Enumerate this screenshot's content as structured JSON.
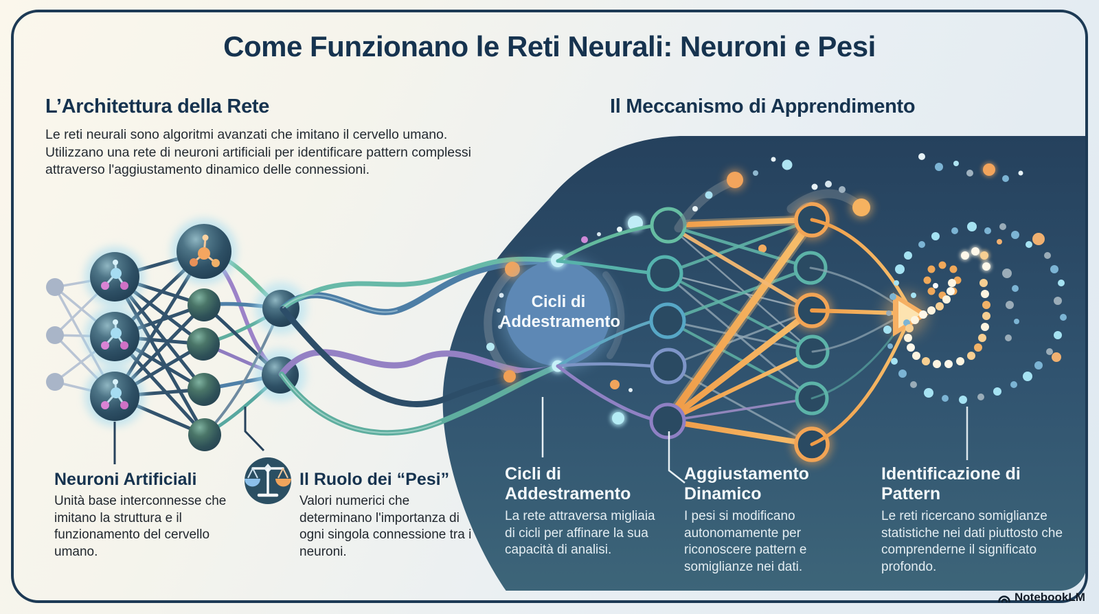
{
  "title": "Come Funzionano le Reti Neurali: Neuroni e Pesi",
  "sections": {
    "architecture": {
      "heading": "L’Architettura della Rete",
      "description": "Le reti neurali sono algoritmi avanzati che imitano il cervello umano. Utilizzano una rete di neuroni artificiali per identificare pattern complessi attraverso l'aggiustamento dinamico delle connessioni."
    },
    "learning": {
      "heading": "Il Meccanismo di Apprendimento"
    }
  },
  "center_circle": {
    "line1": "Cicli di",
    "line2": "Addestramento"
  },
  "annotations": [
    {
      "title": "Neuroni Artificiali",
      "body": "Unità base interconnesse che imitano la struttura e il funzionamento del cervello umano."
    },
    {
      "title": "Il Ruolo dei “Pesi”",
      "body": "Valori numerici che determinano l'importanza di ogni singola connessione tra i neuroni."
    },
    {
      "title": "Cicli di Addestramento",
      "body": "La rete attraversa migliaia di cicli per affinare la sua capacità di analisi."
    },
    {
      "title": "Aggiustamento Dinamico",
      "body": "I pesi si modificano autonomamente per riconoscere pattern e somiglianze nei dati."
    },
    {
      "title": "Identificazione di Pattern",
      "body": "Le reti ricercano somiglianze statistiche nei dati piuttosto che comprenderne il significato profondo."
    }
  ],
  "footer": {
    "brand": "NotebookLM"
  },
  "colors": {
    "border": "#1d3a55",
    "heading": "#16334f",
    "blob_top": "#25415d",
    "blob_bottom": "#3d6579",
    "circle_fill": "#5d88b5",
    "accent_orange": "#f2a455",
    "accent_teal": "#5fb4a5",
    "accent_purple": "#8f80c4",
    "accent_blue": "#4d7ea6"
  }
}
